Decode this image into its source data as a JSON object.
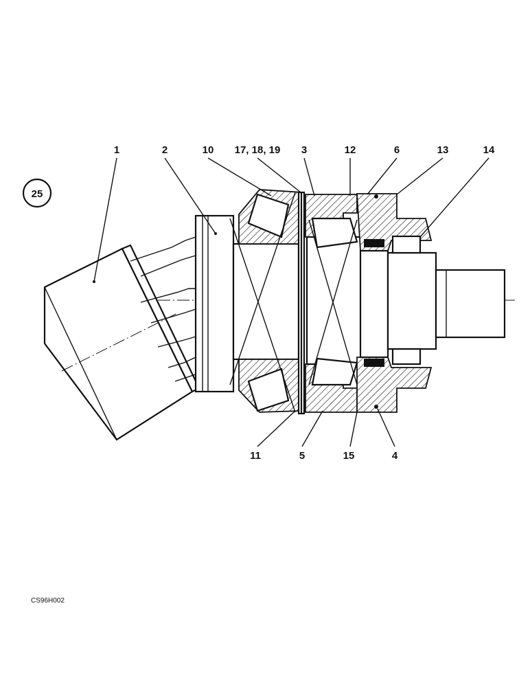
{
  "figure": {
    "badge": "25",
    "drawing_code": "CS96H002",
    "callouts_top": [
      "1",
      "2",
      "10",
      "17, 18, 19",
      "3",
      "12",
      "6",
      "13",
      "14"
    ],
    "callouts_bottom": [
      "11",
      "5",
      "15",
      "4"
    ]
  }
}
